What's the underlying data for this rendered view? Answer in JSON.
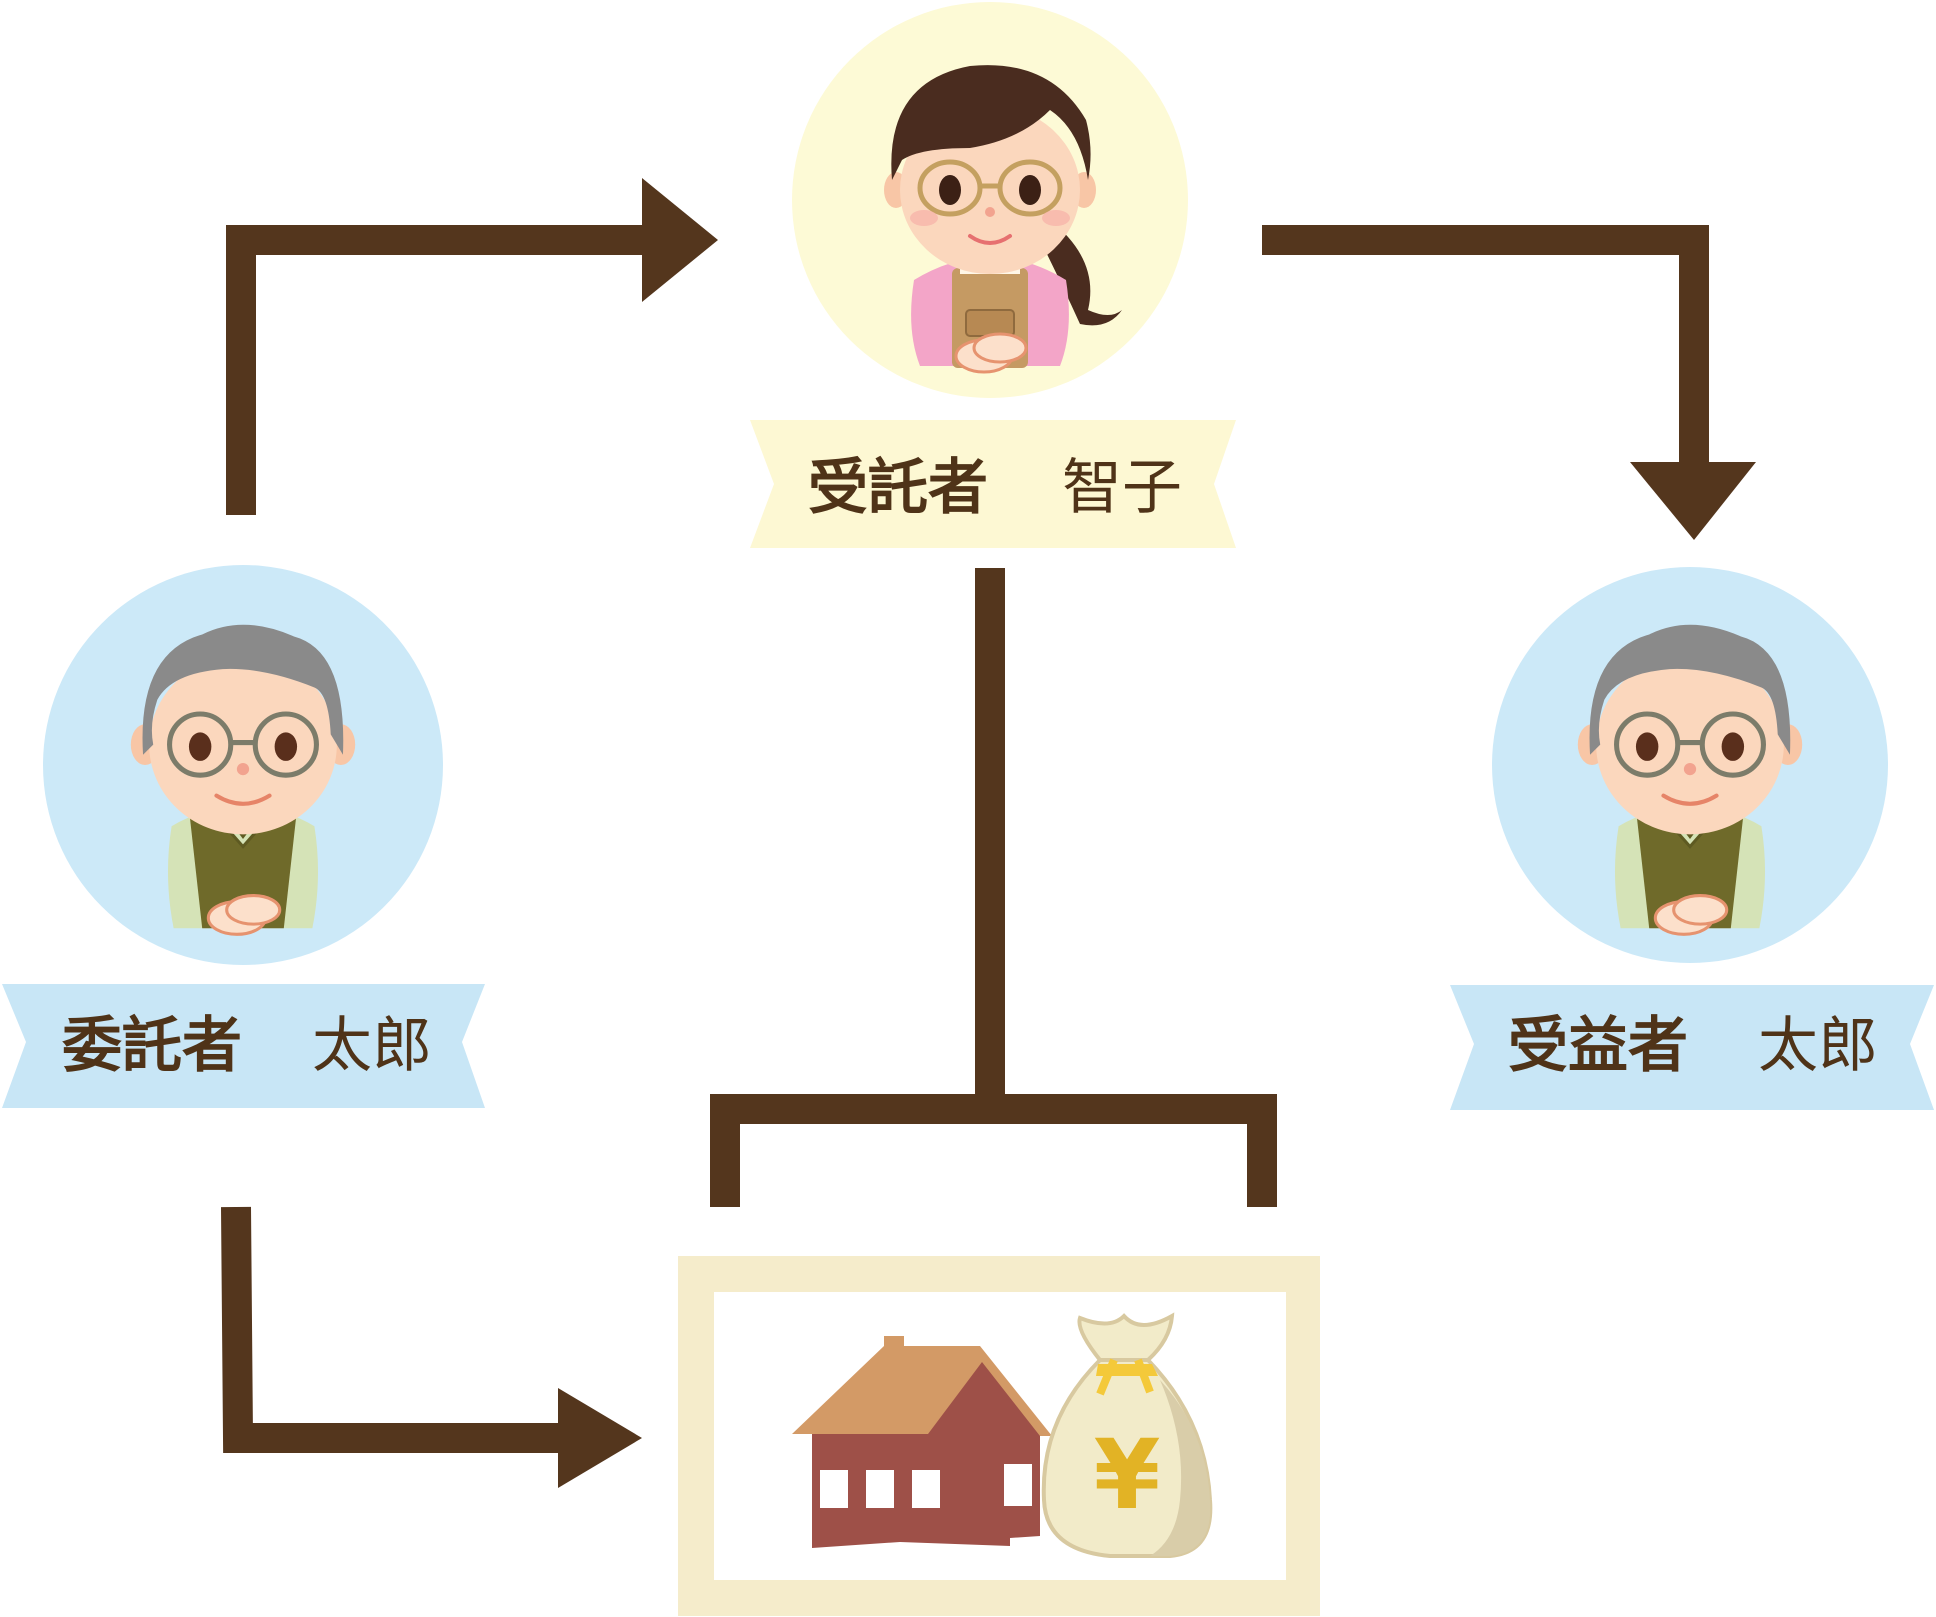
{
  "colors": {
    "arrow": "#54361d",
    "settlor_circle": "#cce9f8",
    "trustee_circle": "#fdfad6",
    "banner_blue": "#c8e6f6",
    "banner_yellow": "#fdf8d3",
    "asset_frame": "#f5eccb",
    "house_roof": "#d39a66",
    "house_wall": "#9e5048",
    "money_bag": "#f2ebc9",
    "yen": "#e2b325",
    "text": "#4f3318"
  },
  "settlor": {
    "role": "委託者",
    "name": "太郎",
    "icon": "elderly-man-icon"
  },
  "trustee": {
    "role": "受託者",
    "name": "智子",
    "icon": "woman-apron-icon"
  },
  "beneficiary": {
    "role": "受益者",
    "name": "太郎",
    "icon": "elderly-man-icon"
  },
  "assets": {
    "currency_symbol": "¥",
    "icons": [
      "house-icon",
      "money-bag-icon"
    ]
  }
}
